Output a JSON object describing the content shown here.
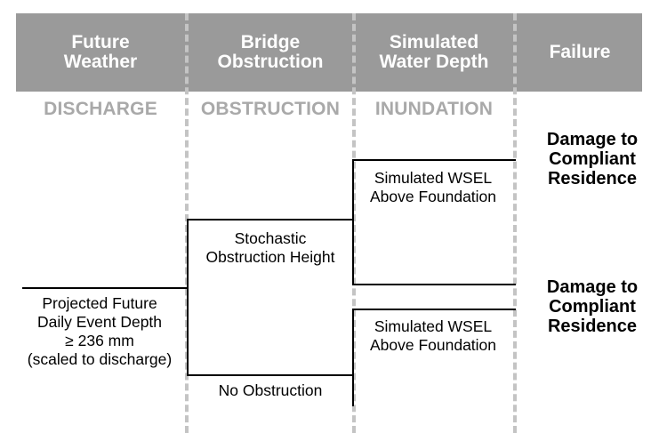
{
  "columns": [
    {
      "title": "Future\nWeather",
      "stage": "DISCHARGE"
    },
    {
      "title": "Bridge\nObstruction",
      "stage": "OBSTRUCTION"
    },
    {
      "title": "Simulated\nWater Depth",
      "stage": "INUNDATION"
    },
    {
      "title": "Failure",
      "stage": ""
    }
  ],
  "nodes": {
    "root": "Projected Future\nDaily Event Depth\n≥ 236 mm\n(scaled to discharge)",
    "stochastic": "Stochastic\nObstruction Height",
    "no_obstruction": "No Obstruction",
    "wsel_upper": "Simulated WSEL\nAbove Foundation",
    "wsel_lower": "Simulated WSEL\nAbove Foundation"
  },
  "outcomes": {
    "upper": "Damage to\nCompliant\nResidence",
    "lower": "Damage to\nCompliant\nResidence"
  },
  "colors": {
    "header_bg": "#9a9a9a",
    "header_text": "#ffffff",
    "stage_text": "#a9a9a9",
    "divider": "#c4c4c4",
    "line": "#000000"
  }
}
